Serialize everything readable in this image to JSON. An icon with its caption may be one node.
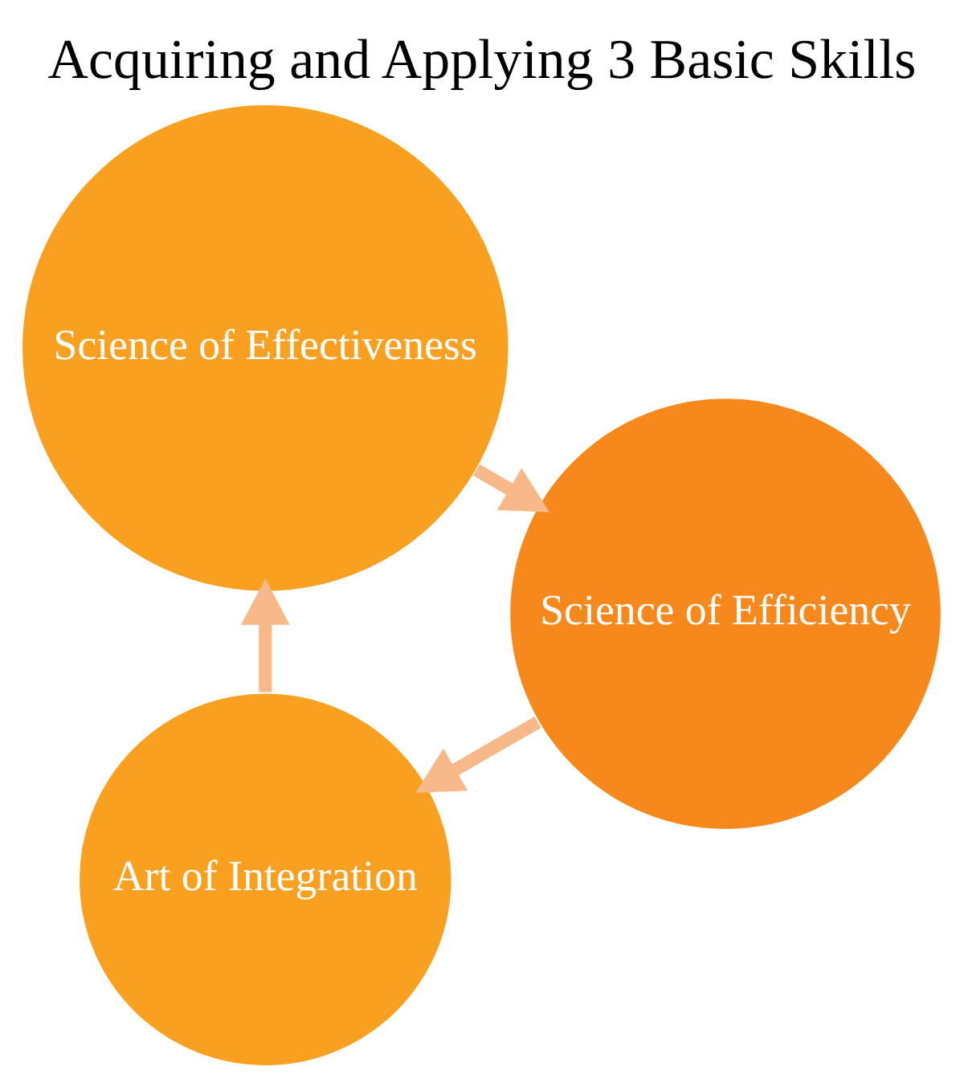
{
  "diagram": {
    "title": "Acquiring and Applying 3 Basic Skills",
    "nodes": [
      {
        "text": [
          "Art of Integration"
        ]
      },
      {
        "text": [
          "Science of Effectiveness"
        ]
      },
      {
        "text": [
          "Science of Efficiency"
        ]
      }
    ],
    "edges": [
      {
        "from": 0,
        "to": 1,
        "arrow": "to"
      },
      {
        "from": 1,
        "to": 2,
        "arrow": "to"
      },
      {
        "from": 2,
        "to": 0,
        "arrow": "to"
      }
    ]
  }
}
